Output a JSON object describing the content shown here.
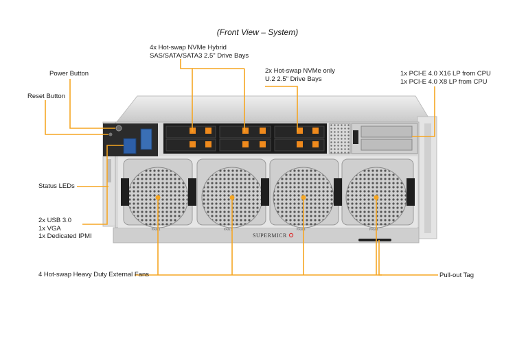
{
  "title": "(Front View – System)",
  "brand": "SUPERMICR",
  "fan_labels": [
    "FAN 1",
    "FAN 2",
    "FAN 3",
    "FAN 4"
  ],
  "callouts": {
    "nvme_hybrid": [
      "4x Hot-swap NVMe Hybrid",
      "SAS/SATA/SATA3 2.5\" Drive Bays"
    ],
    "nvme_u2": [
      "2x Hot-swap NVMe only",
      "U.2 2.5\" Drive Bays"
    ],
    "pcie": [
      "1x PCI-E 4.0 X16 LP from CPU",
      "1x PCI-E 4.0 X8 LP from CPU"
    ],
    "power": "Power Button",
    "reset": "Reset Button",
    "status": "Status LEDs",
    "io": [
      "2x USB 3.0",
      "1x VGA",
      "1x Dedicated IPMI"
    ],
    "fans": "4 Hot-swap Heavy Duty External Fans",
    "pullout": "Pull-out Tag"
  },
  "colors": {
    "callout": "#f5a623",
    "chassis": "#d9d9d9",
    "drive_bay": "#1a1a1a",
    "tab": "#f08a1c"
  }
}
